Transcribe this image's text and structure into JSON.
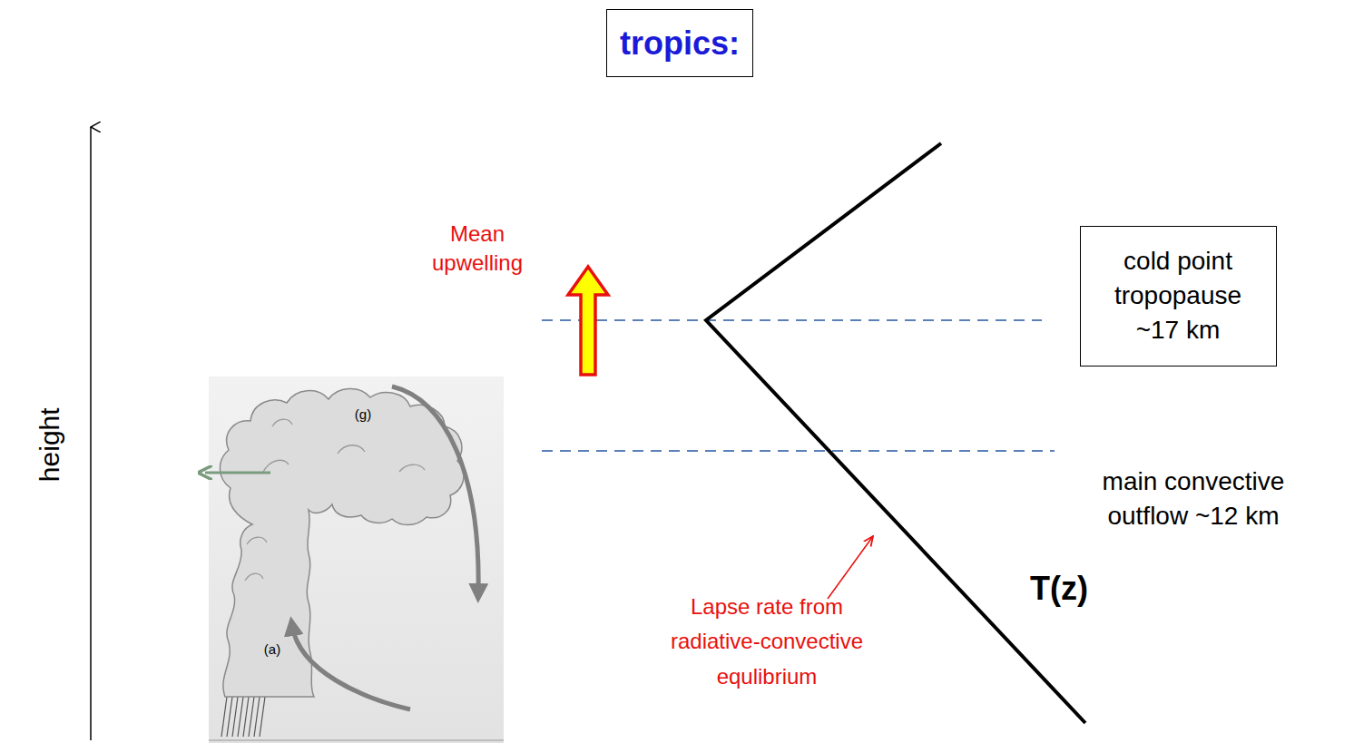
{
  "diagram": {
    "title": "tropics:",
    "nodes": [
      {
        "text": [
          "cold point tropopause ~17 km"
        ]
      }
    ],
    "labels": [
      "Mean upwelling",
      "main convective outflow ~12 km",
      "T(z)",
      "Lapse rate from radiative-convective equlibrium",
      "height",
      "(g)",
      "(a)"
    ]
  }
}
